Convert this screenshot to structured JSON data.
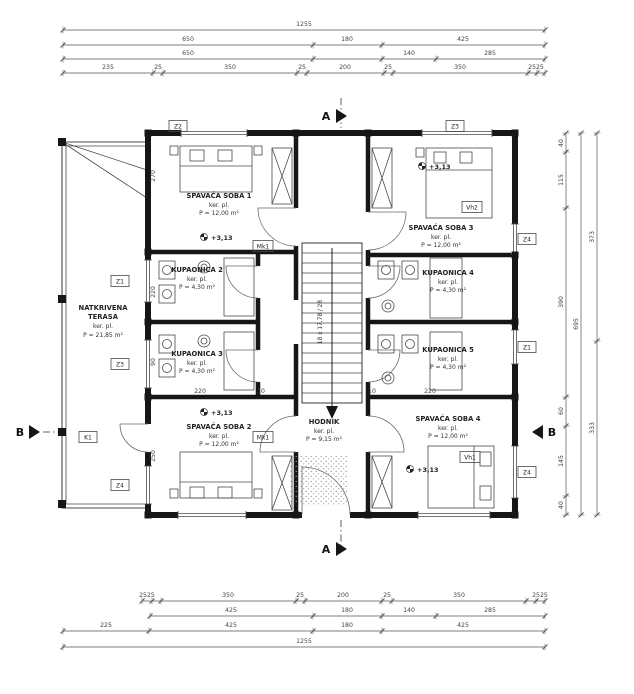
{
  "sections": {
    "a": "A",
    "b": "B"
  },
  "level_mark": "+3,13",
  "stairs": {
    "note": "18 x 17,78 / 28"
  },
  "rooms": {
    "soba1": {
      "name": "SPAVAĆA SOBA 1",
      "floor": "ker. pl.",
      "area": "P = 12,00 m²"
    },
    "soba2": {
      "name": "SPAVAĆA SOBA 2",
      "floor": "ker. pl.",
      "area": "P = 12,00 m²"
    },
    "soba3": {
      "name": "SPAVAĆA SOBA 3",
      "floor": "ker. pl.",
      "area": "P = 12,00 m²"
    },
    "soba4": {
      "name": "SPAVAĆA SOBA 4",
      "floor": "ker. pl.",
      "area": "P = 12,00 m²"
    },
    "kup2": {
      "name": "KUPAONICA 2",
      "floor": "ker. pl.",
      "area": "P = 4,30 m²"
    },
    "kup3": {
      "name": "KUPAONICA 3",
      "floor": "ker. pl.",
      "area": "P = 4,30 m²"
    },
    "kup4": {
      "name": "KUPAONICA 4",
      "floor": "ker. pl.",
      "area": "P = 4,30 m²"
    },
    "kup5": {
      "name": "KUPAONICA 5",
      "floor": "ker. pl.",
      "area": "P = 4,30 m²"
    },
    "terasa": {
      "name": "NATKRIVENA",
      "name2": "TERASA",
      "floor": "ker. pl.",
      "area": "P = 21,85 m²"
    },
    "hodnik": {
      "name": "HODNIK",
      "floor": "ker. pl.",
      "area": "P = 9,15 m²"
    }
  },
  "tags": {
    "z1": "Z1",
    "z2": "Z2",
    "z3": "Z3",
    "z4": "Z4",
    "k1": "K1",
    "vh1": "Vh1",
    "vh2": "Vh2",
    "mk1": "Mk1"
  },
  "dims": {
    "top1": [
      "1255"
    ],
    "top2": [
      "650",
      "180",
      "425"
    ],
    "top3": [
      "650",
      "140",
      "285"
    ],
    "top4": [
      "235",
      "25",
      "350",
      "25",
      "200",
      "25",
      "350",
      "2525"
    ],
    "bottom1": [
      "2525",
      "350",
      "25",
      "200",
      "25",
      "350",
      "2525"
    ],
    "bottom2": [
      "425",
      "180",
      "140",
      "285"
    ],
    "bottom3": [
      "225",
      "425",
      "180",
      "425"
    ],
    "bottom4": [
      "1255"
    ],
    "right1": [
      "40",
      "115",
      "390",
      "60",
      "145",
      "40"
    ],
    "right2": [
      "695"
    ],
    "right3": [
      "373",
      "333"
    ],
    "inner": [
      "220",
      "10",
      "10",
      "220",
      "270",
      "220",
      "90",
      "250"
    ]
  },
  "colors": {
    "wall": "#161616",
    "line": "#4a4a4a",
    "dim": "#555555",
    "background": "#ffffff"
  }
}
